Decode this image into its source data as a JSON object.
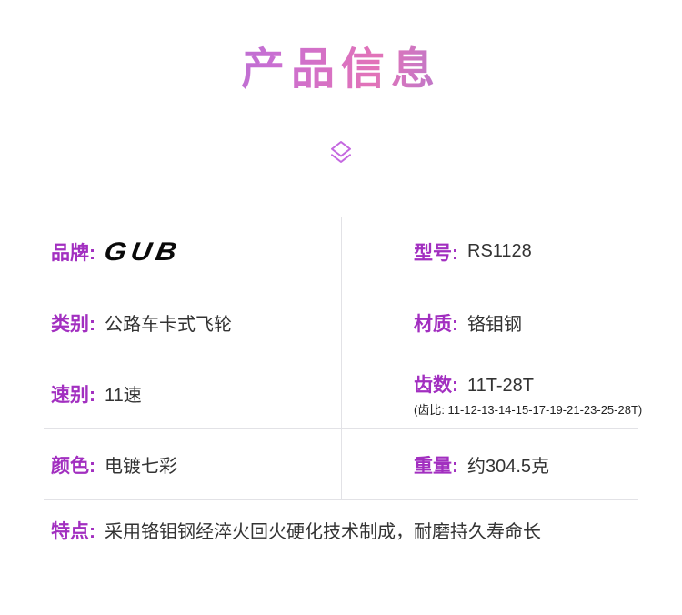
{
  "header": {
    "title": "产品信息"
  },
  "divider_icon": "layered-diamond",
  "specs": {
    "rows": [
      {
        "left": {
          "label": "品牌:",
          "logo_text": "GUB"
        },
        "right": {
          "label": "型号:",
          "value": "RS1128"
        }
      },
      {
        "left": {
          "label": "类别:",
          "value": "公路车卡式飞轮"
        },
        "right": {
          "label": "材质:",
          "value": "铬钼钢"
        }
      },
      {
        "left": {
          "label": "速别:",
          "value": "11速"
        },
        "right": {
          "label": "齿数:",
          "value": "11T-28T",
          "subvalue": "(齿比: 11-12-13-14-15-17-19-21-23-25-28T)"
        }
      },
      {
        "left": {
          "label": "颜色:",
          "value": "电镀七彩"
        },
        "right": {
          "label": "重量:",
          "value": "约304.5克"
        }
      }
    ],
    "feature": {
      "label": "特点:",
      "value": "采用铬钼钢经淬火回火硬化技术制成，耐磨持久寿命长"
    }
  },
  "colors": {
    "label_accent": "#a22fc0",
    "value_text": "#333333",
    "divider_line": "#e2e2e6",
    "icon_purple": "#c468e0",
    "logo_black": "#0a0a0a",
    "title_gradient": [
      "#7b7fca",
      "#9c6ed0",
      "#c96fd2",
      "#e273b8",
      "#a47cd6",
      "#55a896"
    ]
  }
}
